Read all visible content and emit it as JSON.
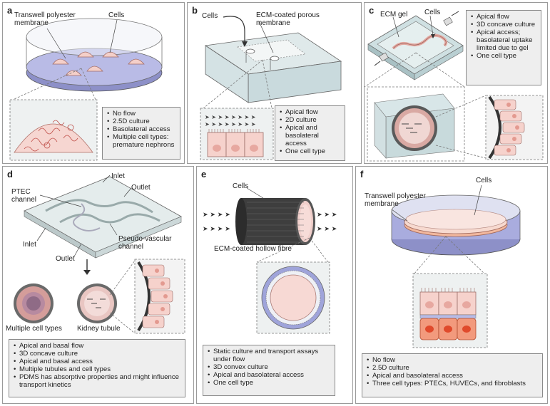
{
  "panels": {
    "a": {
      "letter": "a",
      "membrane_label": "Transwell polyester membrane",
      "cells_label": "Cells",
      "bullets": [
        "No flow",
        "2.5D culture",
        "Basolateral access",
        "Multiple cell types: premature nephrons"
      ]
    },
    "b": {
      "letter": "b",
      "cells_label": "Cells",
      "membrane_label": "ECM-coated porous membrane",
      "bullets": [
        "Apical flow",
        "2D culture",
        "Apical and basolateral access",
        "One cell type"
      ]
    },
    "c": {
      "letter": "c",
      "gel_label": "ECM gel",
      "cells_label": "Cells",
      "bullets": [
        "Apical flow",
        "3D concave culture",
        "Apical access; basolateral uptake limited due to gel",
        "One cell type"
      ]
    },
    "d": {
      "letter": "d",
      "inlet_top": "Inlet",
      "outlet_top": "Outlet",
      "ptec_label": "PTEC channel",
      "pseudo_label": "Pseudo-vascular channel",
      "inlet_bottom": "Inlet",
      "outlet_bottom": "Outlet",
      "multi_label": "Multiple cell types",
      "kidney_label": "Kidney tubule",
      "bullets": [
        "Apical and basal flow",
        "3D concave culture",
        "Apical and basal access",
        "Multiple tubules and cell types",
        "PDMS has absorptive properties and might influence transport kinetics"
      ]
    },
    "e": {
      "letter": "e",
      "cells_label": "Cells",
      "fibre_label": "ECM-coated hollow fibre",
      "bullets": [
        "Static culture and transport assays under flow",
        "3D convex culture",
        "Apical and basolateral access",
        "One cell type"
      ]
    },
    "f": {
      "letter": "f",
      "membrane_label": "Transwell polyester membrane",
      "cells_label": "Cells",
      "bullets": [
        "No flow",
        "2.5D culture",
        "Apical and basolateral access",
        "Three cell types: PTECs, HUVECs, and fibroblasts"
      ]
    }
  },
  "colors": {
    "dish": "#d9dbe6",
    "membrane": "#9b9fdc",
    "cell": "#f4cfc9",
    "cell_dark": "#e8604a",
    "fibre_dark": "#3b3b3b",
    "box_bg": "#eeeeee"
  }
}
